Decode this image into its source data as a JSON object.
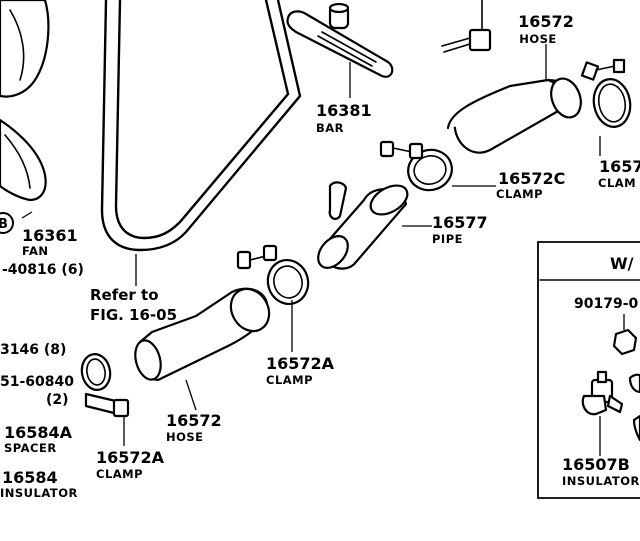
{
  "labels": {
    "hose_top": {
      "num": "16572",
      "name": "HOSE"
    },
    "clamp_top_right": {
      "num": "1657",
      "name": "CLAM"
    },
    "bar": {
      "num": "16381",
      "name": "BAR"
    },
    "clamp_c": {
      "num": "16572C",
      "name": "CLAMP"
    },
    "pipe": {
      "num": "16577",
      "name": "PIPE"
    },
    "fan": {
      "num": "16361",
      "name": "FAN"
    },
    "fan_bolt": {
      "num": "-40816 (6)"
    },
    "refer": {
      "line1": "Refer to",
      "line2": "FIG. 16-05"
    },
    "left_bolt_a": {
      "num": "3146 (8)"
    },
    "left_bolt_b": {
      "num": "51-60840",
      "qty": "(2)"
    },
    "spacer": {
      "num": "16584A",
      "name": "SPACER"
    },
    "insulator_left": {
      "num": "16584",
      "name": "INSULATOR"
    },
    "clamp_a_mid": {
      "num": "16572A",
      "name": "CLAMP"
    },
    "hose_bottom": {
      "num": "16572",
      "name": "HOSE"
    },
    "clamp_a_low": {
      "num": "16572A",
      "name": "CLAMP"
    },
    "inset_title": "W/",
    "inset_nut": {
      "num": "90179-0"
    },
    "insulator_right": {
      "num": "16507B",
      "name": "INSULATOR"
    },
    "circled_marker": "B"
  }
}
